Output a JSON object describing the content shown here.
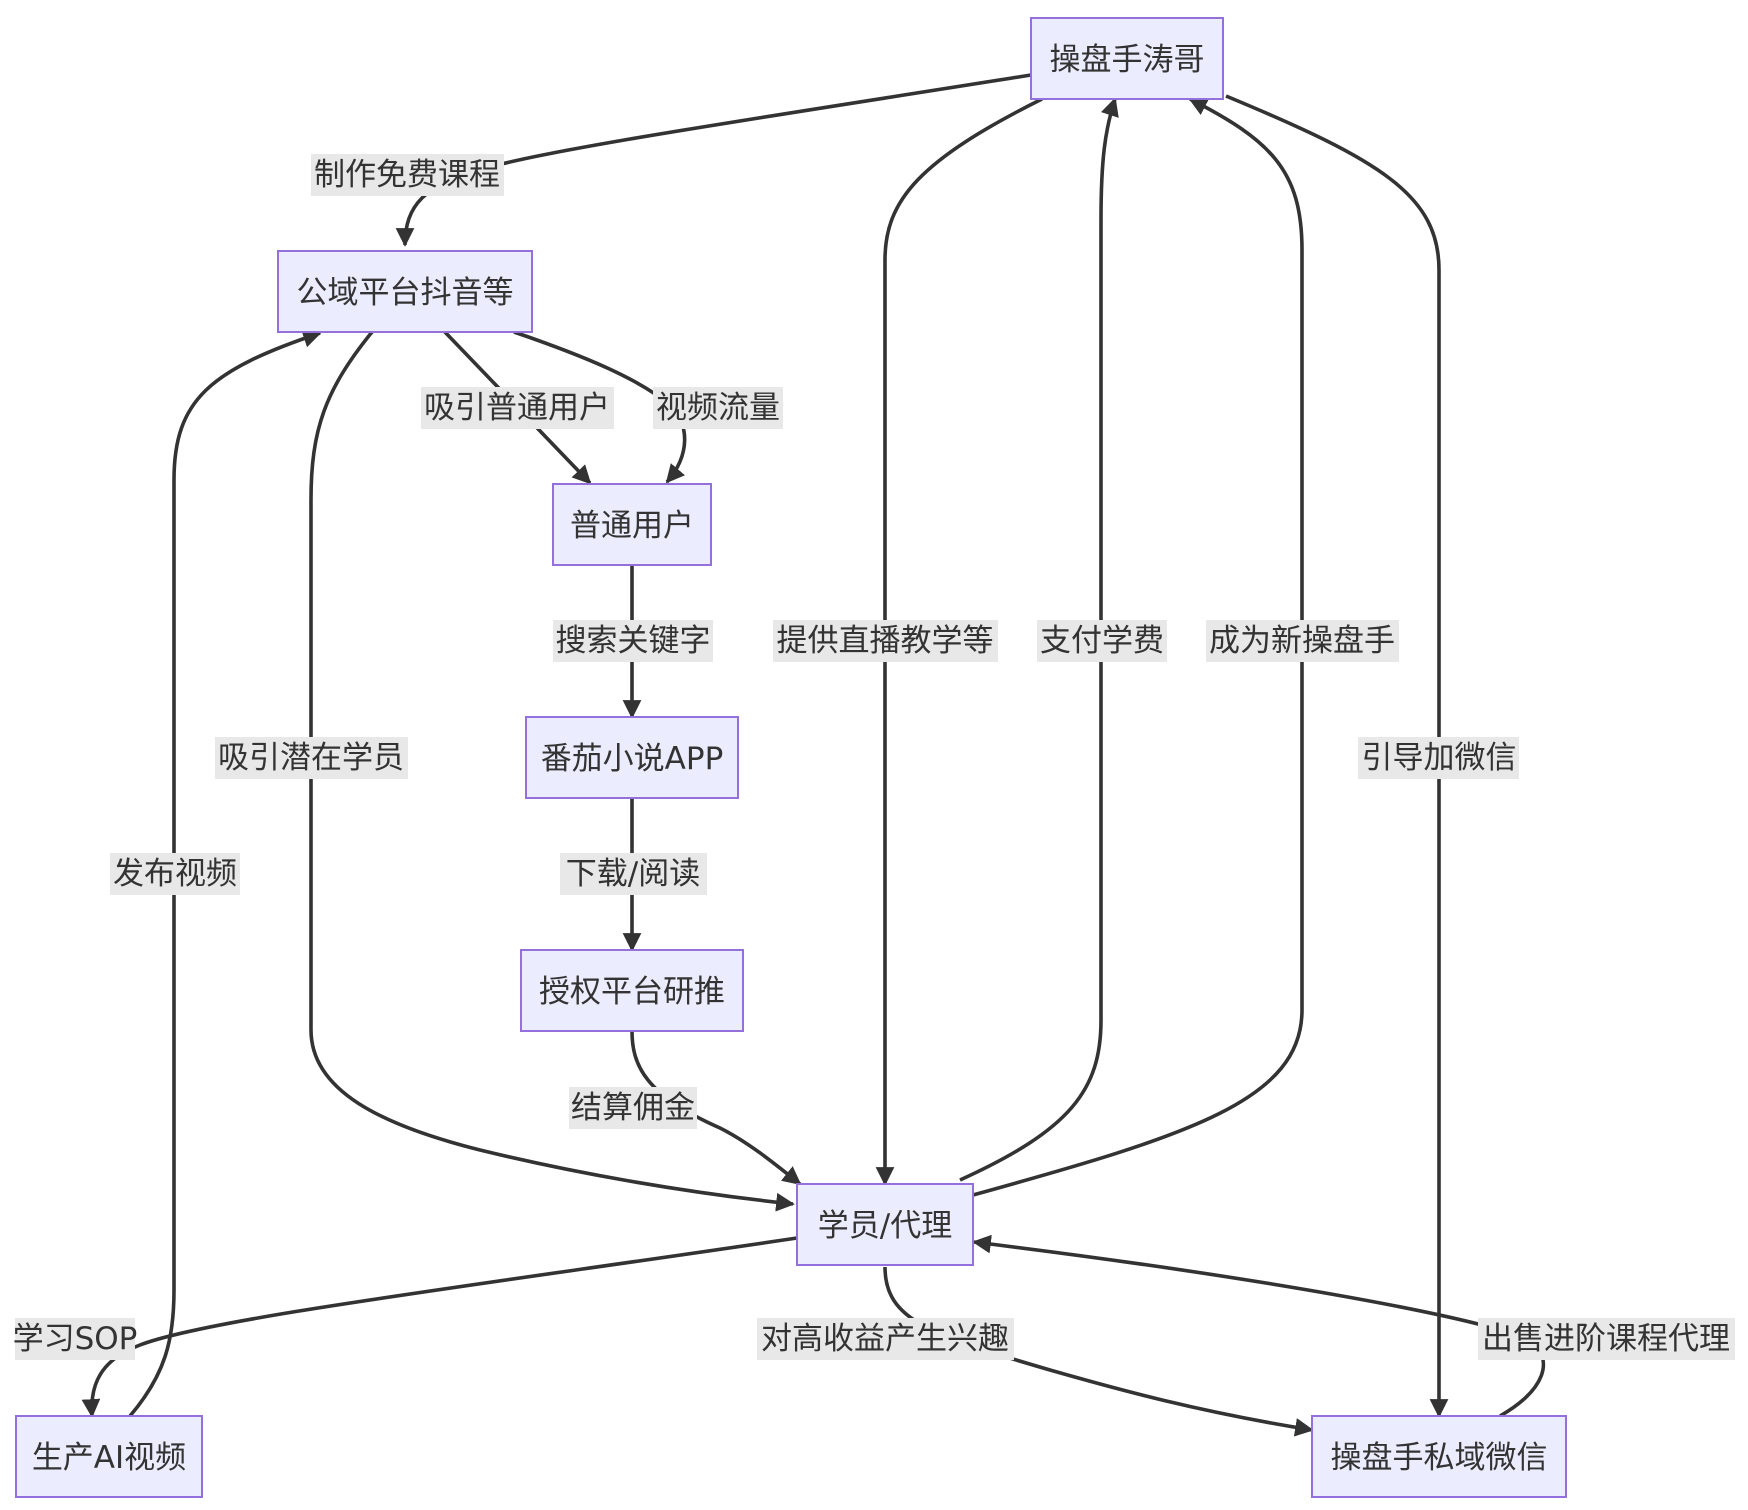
{
  "nodes": {
    "operator": "操盘手涛哥",
    "public_platform": "公域平台抖音等",
    "normal_user": "普通用户",
    "novel_app": "番茄小说APP",
    "authorized_platform": "授权平台研推",
    "student_agent": "学员/代理",
    "ai_video": "生产AI视频",
    "private_wechat": "操盘手私域微信"
  },
  "edge_labels": {
    "make_free_course": "制作免费课程",
    "attract_normal_users": "吸引普通用户",
    "video_traffic": "视频流量",
    "search_keyword": "搜索关键字",
    "download_read": "下载/阅读",
    "settle_commission": "结算佣金",
    "attract_potential_students": "吸引潜在学员",
    "publish_video": "发布视频",
    "provide_live_teaching": "提供直播教学等",
    "pay_tuition": "支付学费",
    "become_new_operator": "成为新操盘手",
    "guide_add_wechat": "引导加微信",
    "learn_sop": "学习SOP",
    "high_income_interest": "对高收益产生兴趣",
    "sell_advanced_course_agent": "出售进阶课程代理"
  },
  "colors": {
    "node_fill": "#ECECFF",
    "node_stroke": "#9370DB",
    "edge": "#333333",
    "label_bg": "#E8E8E8",
    "text": "#333333"
  }
}
